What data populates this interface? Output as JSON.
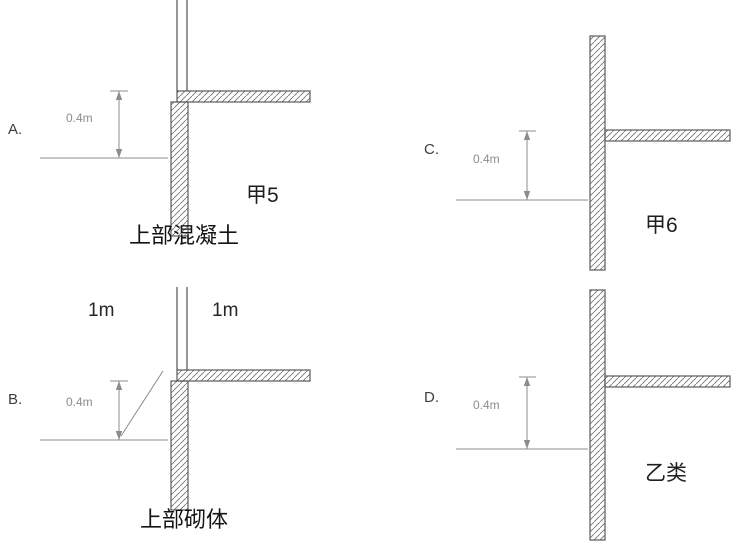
{
  "figure": {
    "type": "multiple-choice-construction-detail-diagrams",
    "background": "#ffffff",
    "wall_line_color": "#5a5a5a",
    "dimension_line_color": "#8c8c8c",
    "text_color": "#1f1f1f"
  },
  "options": [
    {
      "label": "A.",
      "dimension": "0.4m",
      "tag": "甲5",
      "caption": "上部混凝土"
    },
    {
      "label": "B.",
      "dimension": "0.4m",
      "width_left": "1m",
      "width_right": "1m",
      "caption": "上部砌体"
    },
    {
      "label": "C.",
      "dimension": "0.4m",
      "tag": "甲6"
    },
    {
      "label": "D.",
      "dimension": "0.4m",
      "tag": "乙类"
    }
  ]
}
